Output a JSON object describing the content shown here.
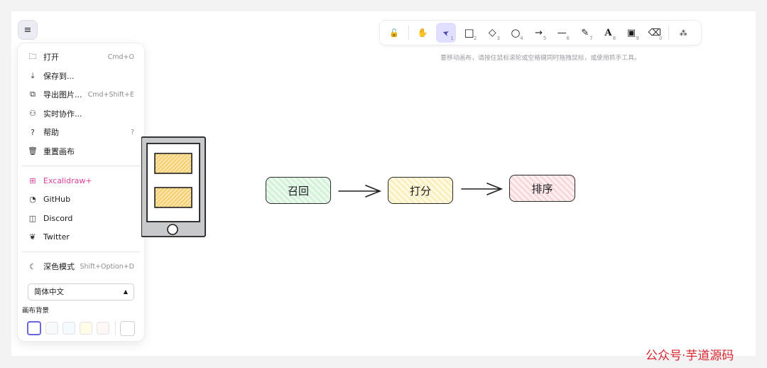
{
  "menu_toggle": {
    "icon": "hamburger-icon"
  },
  "menu": {
    "items": [
      {
        "label": "打开",
        "shortcut": "Cmd+O",
        "icon": "folder-icon",
        "glyph": "🗀"
      },
      {
        "label": "保存到...",
        "shortcut": "",
        "icon": "download-icon",
        "glyph": "⤓"
      },
      {
        "label": "导出图片...",
        "shortcut": "Cmd+Shift+E",
        "icon": "export-image-icon",
        "glyph": "⧉"
      },
      {
        "label": "实时协作...",
        "shortcut": "",
        "icon": "users-icon",
        "glyph": "⚇"
      },
      {
        "label": "帮助",
        "shortcut": "?",
        "icon": "help-icon",
        "glyph": "?"
      },
      {
        "label": "重置画布",
        "shortcut": "",
        "icon": "trash-icon",
        "glyph": "🗑"
      }
    ],
    "links": [
      {
        "label": "Excalidraw+",
        "icon": "gift-icon",
        "glyph": "⊞"
      },
      {
        "label": "GitHub",
        "icon": "github-icon",
        "glyph": "◔"
      },
      {
        "label": "Discord",
        "icon": "discord-icon",
        "glyph": "◫"
      },
      {
        "label": "Twitter",
        "icon": "twitter-icon",
        "glyph": "❦"
      }
    ],
    "dark_mode": {
      "label": "深色模式",
      "shortcut": "Shift+Option+D",
      "icon": "moon-icon",
      "glyph": "☾"
    },
    "language": "简体中文",
    "background_label": "画布背景",
    "background_colors": [
      "#ffffff",
      "#f8f9fa",
      "#f5faff",
      "#fffce8",
      "#fdf8f6"
    ]
  },
  "toolbar": {
    "tools": [
      {
        "name": "lock",
        "glyph": "🔓",
        "key": ""
      },
      {
        "name": "hand",
        "glyph": "✋",
        "key": ""
      },
      {
        "name": "selection",
        "glyph": "➤",
        "key": "1"
      },
      {
        "name": "rectangle",
        "glyph": "□",
        "key": "2"
      },
      {
        "name": "diamond",
        "glyph": "◇",
        "key": "3"
      },
      {
        "name": "ellipse",
        "glyph": "○",
        "key": "4"
      },
      {
        "name": "arrow",
        "glyph": "→",
        "key": "5"
      },
      {
        "name": "line",
        "glyph": "—",
        "key": "6"
      },
      {
        "name": "draw",
        "glyph": "✎",
        "key": "7"
      },
      {
        "name": "text",
        "glyph": "A",
        "key": "8"
      },
      {
        "name": "image",
        "glyph": "▣",
        "key": "9"
      },
      {
        "name": "eraser",
        "glyph": "⌫",
        "key": "0"
      },
      {
        "name": "library",
        "glyph": "⁂",
        "key": ""
      }
    ],
    "hint": "要移动画布，请按住鼠标滚轮或空格键同时拖拽鼠标，或使用抓手工具。"
  },
  "diagram": {
    "nodes": [
      {
        "label": "召回",
        "fill": "#d3f2da"
      },
      {
        "label": "打分",
        "fill": "#fbf0bd"
      },
      {
        "label": "排序",
        "fill": "#f7d9dc"
      }
    ]
  },
  "watermark": "公众号·芋道源码"
}
